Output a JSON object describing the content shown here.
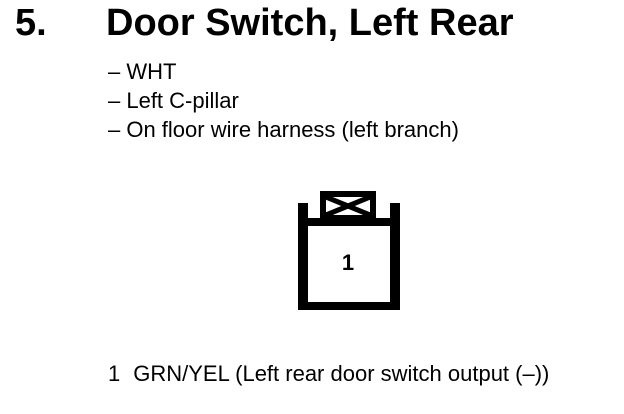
{
  "colors": {
    "ink": "#000000",
    "paper": "#ffffff"
  },
  "section": {
    "number": "5.",
    "title": "Door Switch, Left Rear",
    "details": [
      "– WHT",
      "– Left C-pillar",
      "– On floor wire harness (left branch)"
    ]
  },
  "connector": {
    "symbol": "crossed-box-keyway",
    "pin_label": "1"
  },
  "caption": {
    "pin": "1",
    "description": "GRN/YEL (Left rear door switch output (–))"
  }
}
